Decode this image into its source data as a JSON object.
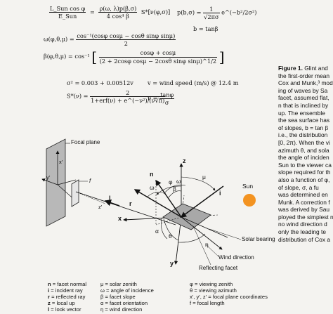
{
  "equations": {
    "eq1_lhs_num": "L_Sun cos φ",
    "eq1_lhs_den": "E_Sun",
    "eq1_rhs_num": "ρ(ω, λ)p(β,σ)",
    "eq1_rhs_den": "4 cos⁴ β",
    "eq1_tail": "S*[ν(φ,σ)]",
    "eq2_lhs": "p(b,σ) =",
    "eq2_num": "1",
    "eq2_den": "√2πσ",
    "eq2_tail": "e^(−b²/2σ²)",
    "eq3": "b = tanβ",
    "eq4_lhs": "ω(φ,θ,μ) =",
    "eq4_num": "cos⁻¹(cosφ cosμ − cosθ sinφ sinμ)",
    "eq4_den": "2",
    "eq5_lhs": "β(φ,θ,μ) = cos⁻¹",
    "eq5_num": "cosφ + cosμ",
    "eq5_den": "(2 + 2cosφ cosμ − 2cosθ sinφ sinμ)^1/2",
    "eq6": "σ² = 0.003 + 0.00512v",
    "eq6_right": "v = wind speed (m/s) @ 12.4 m",
    "eq7_lhs": "S*(ν) =",
    "eq7_num": "2",
    "eq7_den": "1+erf(ν) + e^(−ν²)/(ν√π)",
    "eq7_right_lhs": "ν =",
    "eq7_right_num": "tanφ",
    "eq7_right_den": "σ"
  },
  "caption_lines": [
    {
      "bold": "Figure 1.",
      "text": "  Glint and"
    },
    {
      "bold": "",
      "text": "the first-order mean"
    },
    {
      "bold": "",
      "text": "Cox and Munk,³ mod"
    },
    {
      "bold": "",
      "text": "ing of waves by Sa"
    },
    {
      "bold": "",
      "text": "facet, assumed flat,"
    },
    {
      "bold": "",
      "text": "n that is inclined by"
    },
    {
      "bold": "",
      "text": "up. The ensemble"
    },
    {
      "bold": "",
      "text": "the sea surface has"
    },
    {
      "bold": "",
      "text": "of slopes, b = tan β"
    },
    {
      "bold": "",
      "text": "i.e., the distribution"
    },
    {
      "bold": "",
      "text": "[0, 2π). When the vi"
    },
    {
      "bold": "",
      "text": "azimuth θ, and sola"
    },
    {
      "bold": "",
      "text": "the angle of inciden"
    },
    {
      "bold": "",
      "text": "Sun to the viewer ca"
    },
    {
      "bold": "",
      "text": "slope required for th"
    },
    {
      "bold": "",
      "text": "also a function of φ,"
    },
    {
      "bold": "",
      "text": "of slope, σ, a fu"
    },
    {
      "bold": "",
      "text": "was determined en"
    },
    {
      "bold": "",
      "text": "Munk. A correction f"
    },
    {
      "bold": "",
      "text": "was derived by Sau"
    },
    {
      "bold": "",
      "text": "ployed the simplest n"
    },
    {
      "bold": "",
      "text": "no wind direction d"
    },
    {
      "bold": "",
      "text": "only the leading te"
    },
    {
      "bold": "",
      "text": "distribution of Cox a"
    }
  ],
  "diagram_labels": {
    "focal_plane": "Focal plane",
    "x_prime": "x'",
    "y_prime": "y'",
    "f": "f",
    "l": "l",
    "z_prime": "z'",
    "n": "n",
    "z": "z",
    "mu": "μ",
    "phi": "φ",
    "beta": "β",
    "omega": "ω",
    "omega2": "ω",
    "i": "i",
    "r": "r",
    "x": "x",
    "y": "y",
    "alpha": "α",
    "theta": "θ",
    "eta": "η",
    "sun": "Sun",
    "solar_bearing": "Solar bearing",
    "wind_direction": "Wind direction",
    "reflecting_facet": "Reflecting facet"
  },
  "legend": {
    "col1": [
      {
        "sym": "n",
        "text": " = facet normal"
      },
      {
        "sym": "i",
        "text": " = incident ray"
      },
      {
        "sym": "r",
        "text": " = reflected ray"
      },
      {
        "sym": "z",
        "text": " = local up"
      },
      {
        "sym": "l",
        "text": " = look vector"
      }
    ],
    "col2": [
      "μ = solar zenith",
      "ω = angle of incidence",
      "β = facet slope",
      "α = facet orientation",
      "η = wind direction"
    ],
    "col3": [
      "φ = viewing zenith",
      "θ = viewing azimuth",
      "x', y', z' = focal plane coordinates",
      "f = focal length"
    ]
  },
  "colors": {
    "sun": "#f39321",
    "facet": "#a8a8a8",
    "focal_plane": "#b8b8b8",
    "background": "#f4f3f0"
  }
}
